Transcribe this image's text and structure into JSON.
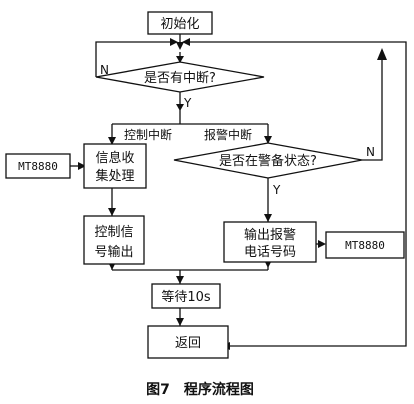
{
  "nodes": {
    "init": "初始化",
    "has_interrupt": "是否有中断?",
    "collect_1": "信息收",
    "collect_2": "集处理",
    "control_out_1": "控制信",
    "control_out_2": "号输出",
    "is_armed": "是否在警备状态?",
    "alarm_call_1": "输出报警",
    "alarm_call_2": "电话号码",
    "wait": "等待10s",
    "return": "返回",
    "mt8880_left": "MT8880",
    "mt8880_right": "MT8880"
  },
  "branches": {
    "no_interrupt": "N",
    "yes_interrupt": "Y",
    "control_interrupt": "控制中断",
    "alarm_interrupt": "报警中断",
    "not_armed": "N",
    "armed": "Y"
  },
  "caption": "图7　程序流程图"
}
